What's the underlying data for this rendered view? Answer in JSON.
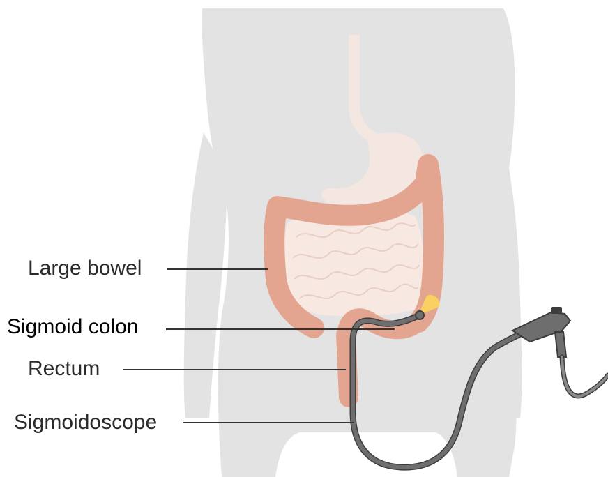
{
  "labels": {
    "large_bowel": "Large bowel",
    "sigmoid_colon": "Sigmoid colon",
    "rectum": "Rectum",
    "sigmoidoscope": "Sigmoidoscope"
  },
  "colors": {
    "body_silhouette": "#e3e3e3",
    "colon": "#e3a590",
    "small_intestine": "#f7e8e2",
    "stomach": "#f4e7e1",
    "scope": "#6e6e6e",
    "scope_outline": "#3d3d3d",
    "light": "#ffd75a",
    "leader_line": "#333333"
  }
}
